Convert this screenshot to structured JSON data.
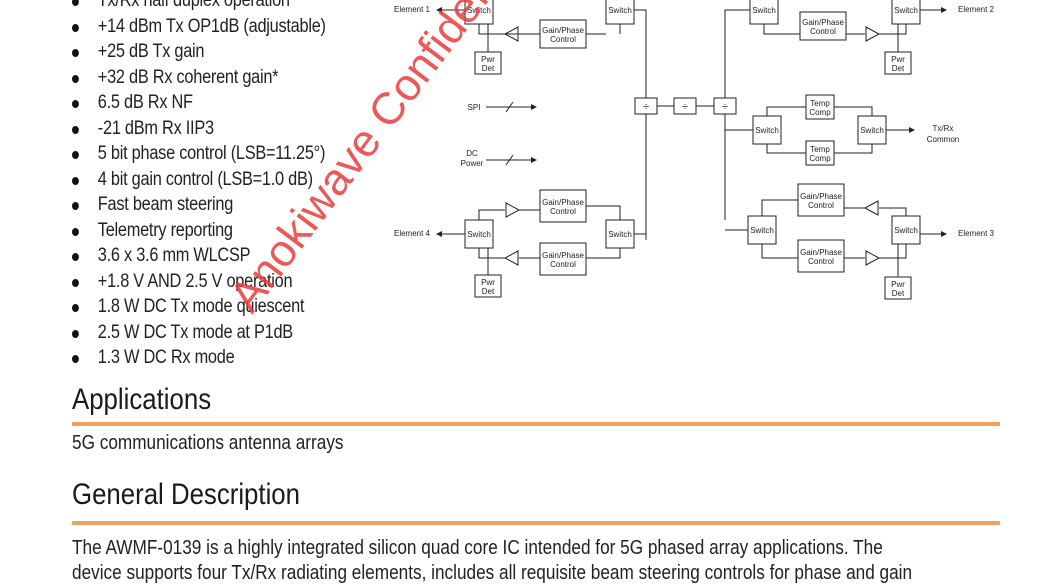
{
  "features": [
    "Tx/Rx half duplex operation",
    "+14 dBm Tx OP1dB (adjustable)",
    "+25 dB Tx gain",
    "+32 dB Rx coherent gain*",
    "6.5 dB Rx NF",
    "-21 dBm Rx IIP3",
    "5 bit phase control (LSB=11.25°)",
    "4 bit gain control (LSB=1.0 dB)",
    "Fast beam steering",
    "Telemetry reporting",
    "3.6 x 3.6 mm WLCSP",
    "+1.8 V AND 2.5 V operation",
    "1.8 W DC Tx mode quiescent",
    "2.5 W DC Tx mode at P1dB",
    "1.3 W DC Rx mode"
  ],
  "applications": {
    "title": "Applications",
    "text": "5G communications antenna arrays"
  },
  "general_description": {
    "title": "General Description",
    "line1": "The AWMF-0139 is a highly integrated silicon quad core IC intended for 5G phased array applications. The",
    "line2": "device supports four Tx/Rx radiating elements, includes all requisite beam steering controls for phase and gain"
  },
  "diagram": {
    "labels": {
      "element1": "Element 1",
      "element2": "Element 2",
      "element3": "Element 3",
      "element4": "Element 4",
      "switch": "Switch",
      "gain_phase_1": "Gain/Phase",
      "gain_phase_2": "Control",
      "pwr_1": "Pwr",
      "pwr_2": "Det",
      "temp_1": "Temp",
      "temp_2": "Comp",
      "spi": "SPI",
      "dc_1": "DC",
      "dc_2": "Power",
      "txrx_1": "Tx/Rx",
      "txrx_2": "Common",
      "divider": "÷"
    }
  },
  "watermark": "Anokiwave Confidential - for XYZ company",
  "colors": {
    "accent": "#f3a15f",
    "watermark": "#e83c3c"
  }
}
